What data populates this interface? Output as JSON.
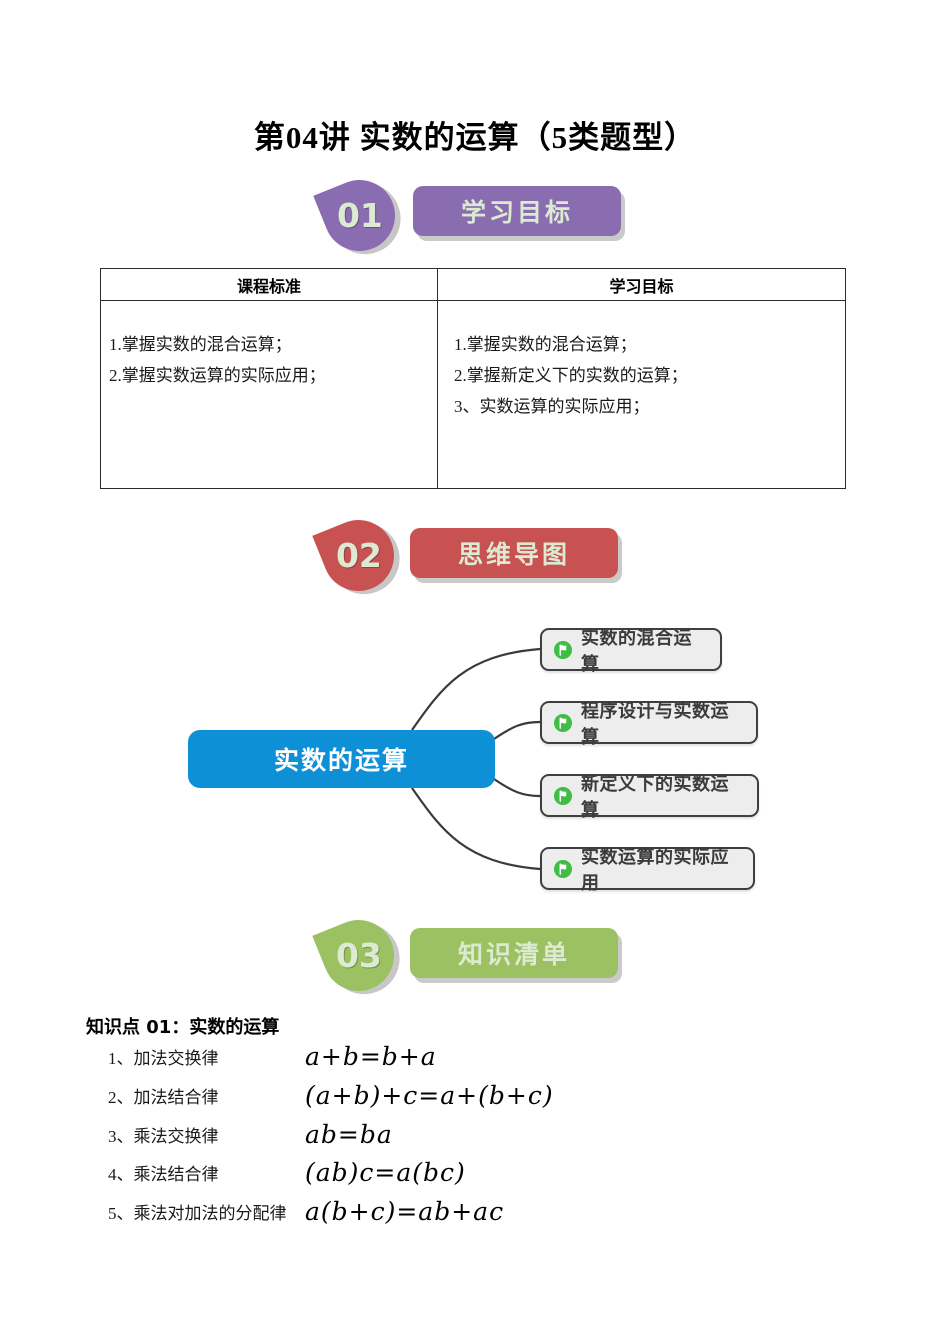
{
  "page": {
    "title": "第04讲 实数的运算（5类题型）"
  },
  "colors": {
    "section1_purple": "#8a6cb0",
    "section2_red": "#c85252",
    "section3_green": "#9cc163",
    "banner_text": "#dcead2",
    "center_node_blue": "#0e90d7",
    "branch_node_bg": "#ededed",
    "branch_node_border": "#3f3f3f",
    "flag_icon_green": "#3fbd44"
  },
  "sections": [
    {
      "number": "01",
      "label": "学习目标"
    },
    {
      "number": "02",
      "label": "思维导图"
    },
    {
      "number": "03",
      "label": "知识清单"
    }
  ],
  "table": {
    "headers": [
      "课程标准",
      "学习目标"
    ],
    "col1_lines": [
      "1.掌握实数的混合运算；",
      "2.掌握实数运算的实际应用；"
    ],
    "col2_lines": [
      "1.掌握实数的混合运算；",
      "2.掌握新定义下的实数的运算；",
      "3、实数运算的实际应用；"
    ]
  },
  "mindmap": {
    "center": "实数的运算",
    "branches": [
      {
        "label": "实数的混合运算"
      },
      {
        "label": "程序设计与实数运算"
      },
      {
        "label": "新定义下的实数运算"
      },
      {
        "label": "实数运算的实际应用"
      }
    ]
  },
  "knowledge": {
    "heading": "知识点 01：实数的运算",
    "items": [
      {
        "label": "1、加法交换律",
        "formula": "a+b=b+a"
      },
      {
        "label": "2、加法结合律",
        "formula": "(a+b)+c=a+(b+c)"
      },
      {
        "label": "3、乘法交换律",
        "formula": "ab=ba"
      },
      {
        "label": "4、乘法结合律",
        "formula": "(ab)c=a(bc)"
      },
      {
        "label": "5、乘法对加法的分配律",
        "formula": "a(b+c)=ab+ac"
      }
    ]
  }
}
